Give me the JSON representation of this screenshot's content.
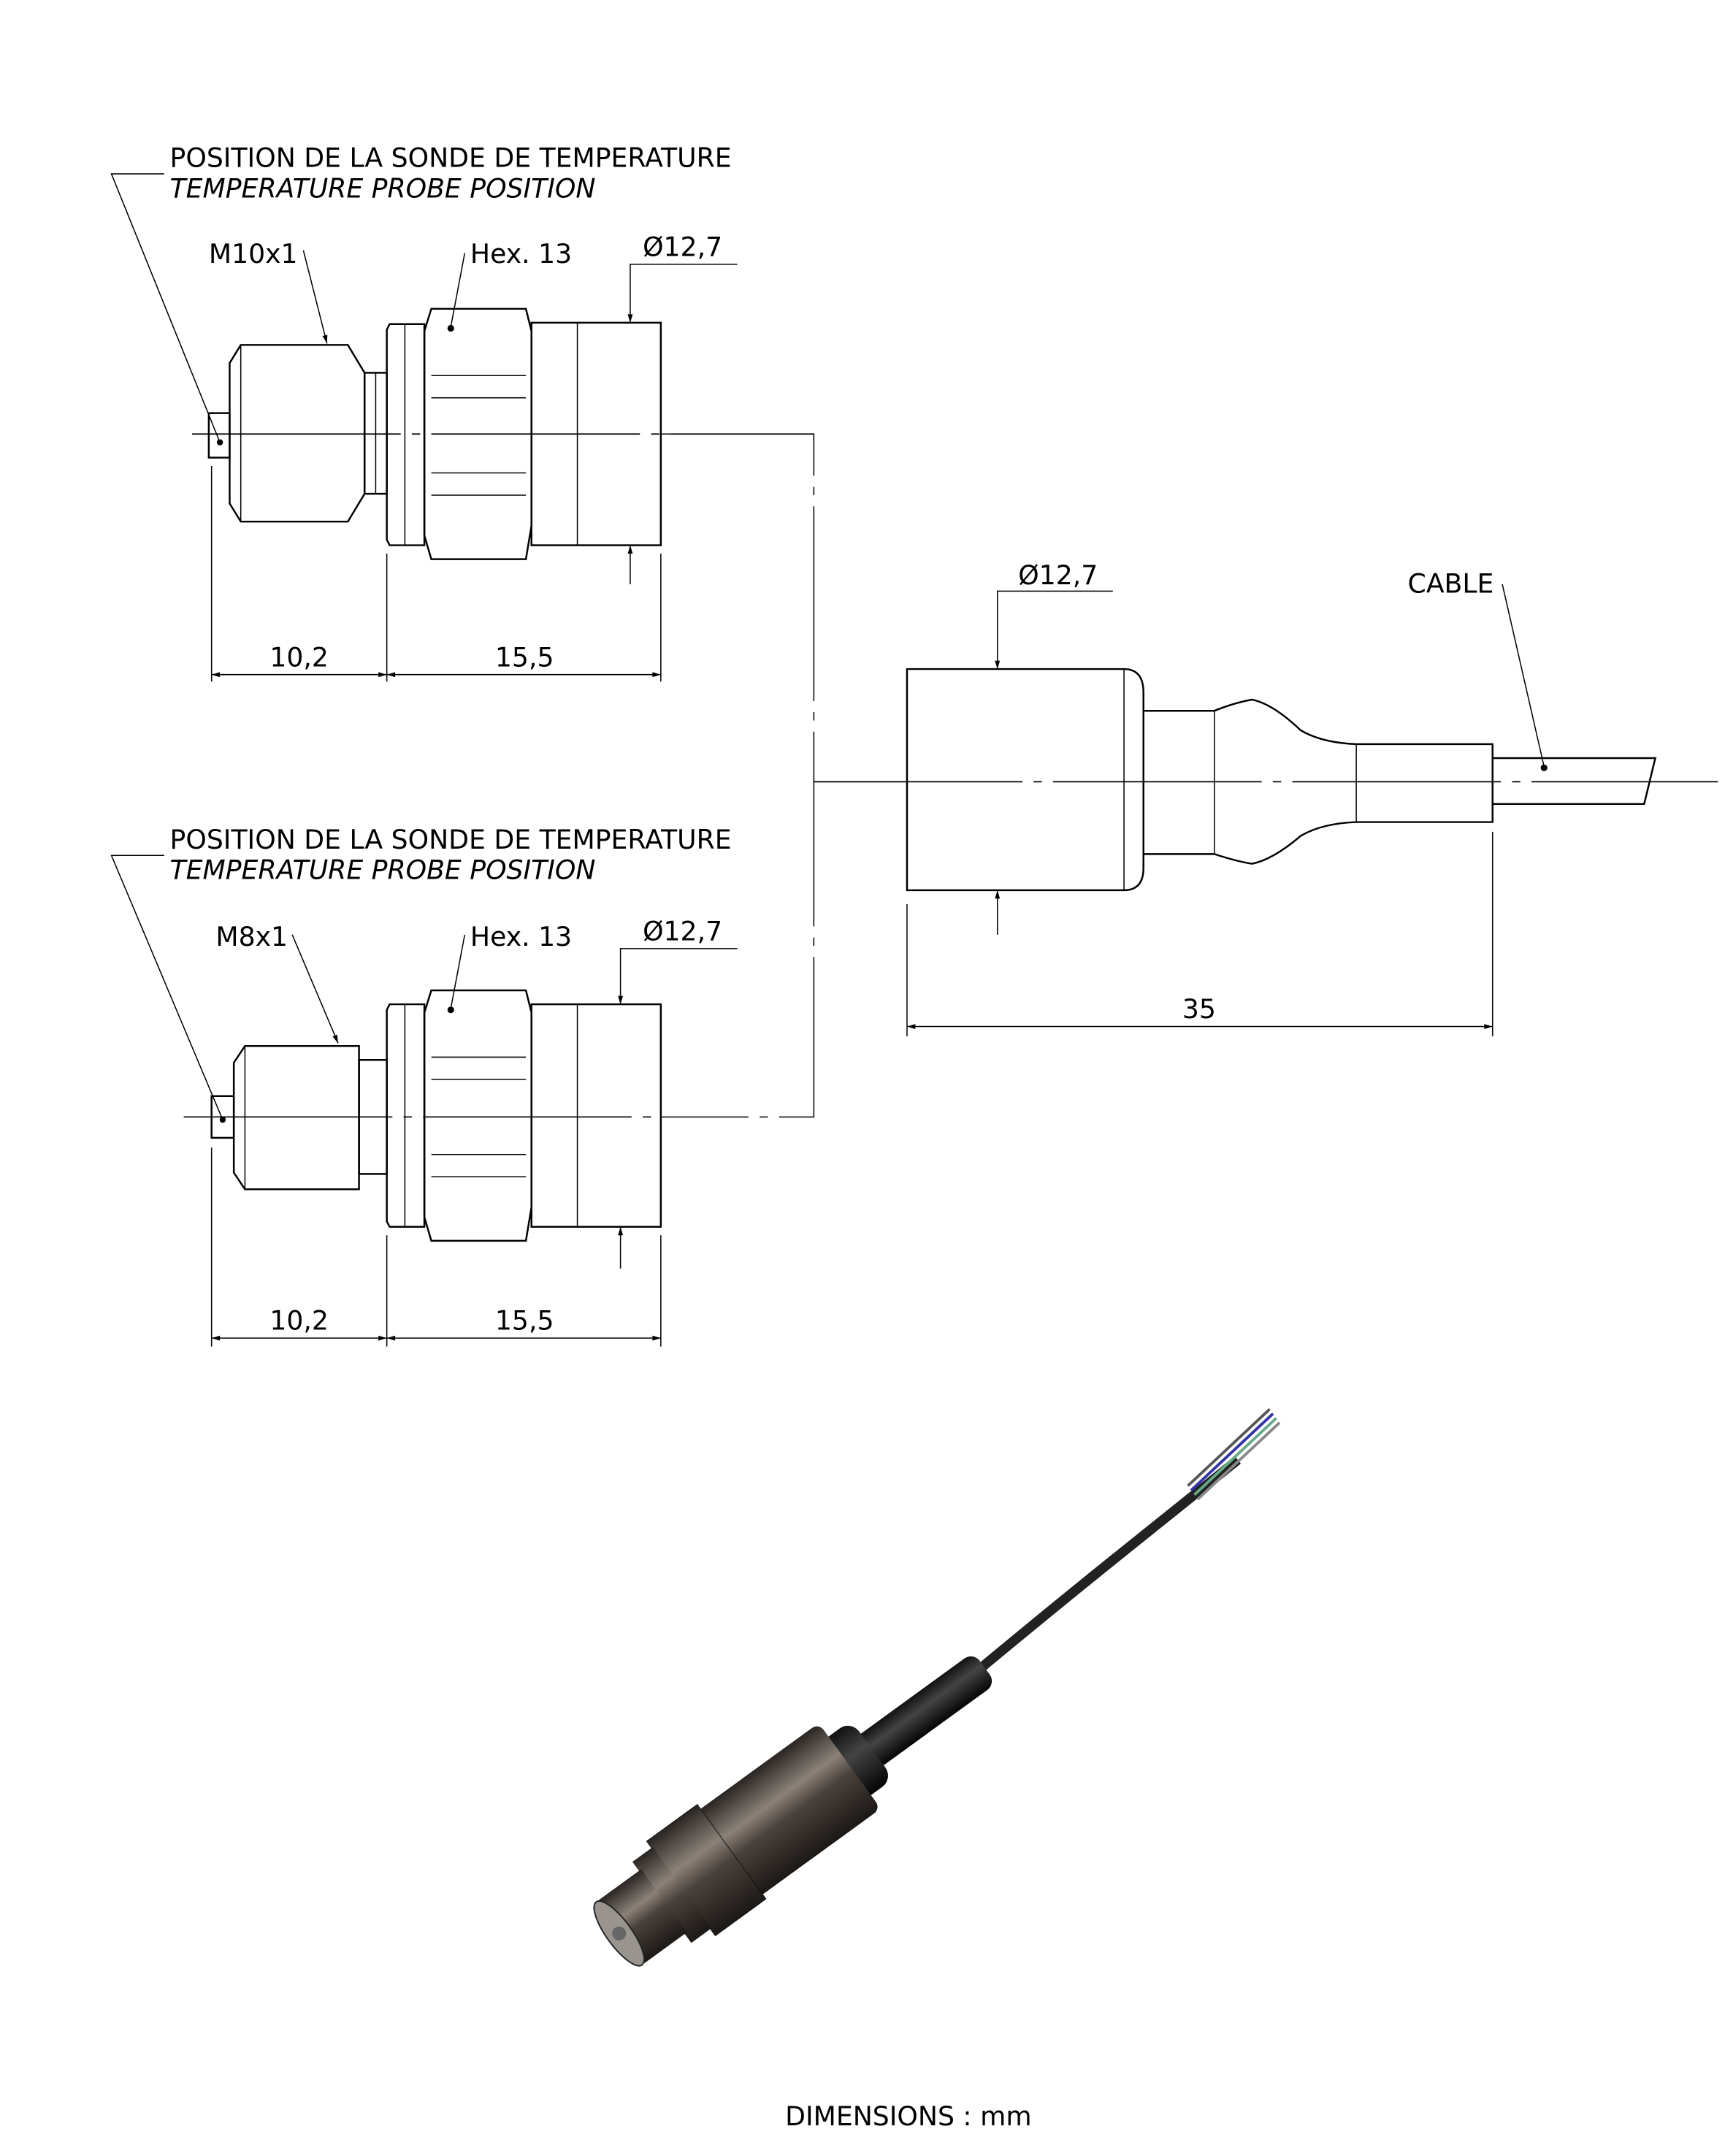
{
  "views": [
    {
      "probe_label_fr": "POSITION DE LA SONDE DE TEMPERATURE",
      "probe_label_en": "TEMPERATURE PROBE POSITION",
      "thread": "M10x1",
      "hex": "Hex. 13",
      "diameter": "Ø12,7",
      "dim_front": "10,2",
      "dim_body": "15,5"
    },
    {
      "probe_label_fr": "POSITION DE LA SONDE DE TEMPERATURE",
      "probe_label_en": "TEMPERATURE PROBE POSITION",
      "thread": "M8x1",
      "hex": "Hex. 13",
      "diameter": "Ø12,7",
      "dim_front": "10,2",
      "dim_body": "15,5"
    }
  ],
  "rear_view": {
    "diameter": "Ø12,7",
    "cable_label": "CABLE",
    "length": "35"
  },
  "footer": "DIMENSIONS : mm"
}
